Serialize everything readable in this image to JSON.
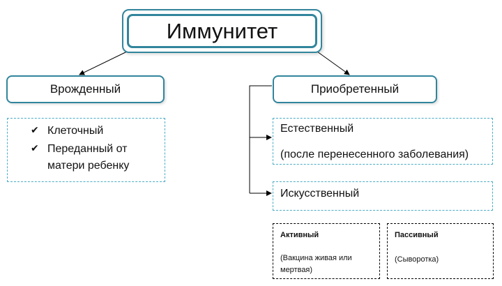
{
  "root": {
    "label": "Иммунитет"
  },
  "innate": {
    "label": "Врожденный",
    "items": [
      "Клеточный",
      "Переданный от матери ребенку"
    ]
  },
  "acquired": {
    "label": "Приобретенный",
    "natural": {
      "title": "Естественный",
      "note": "(после перенесенного заболевания)"
    },
    "artificial": {
      "title": "Искусственный",
      "active": {
        "title": "Активный",
        "note": "(Вакцина живая или мертвая)"
      },
      "passive": {
        "title": "Пассивный",
        "note": "(Сыворотка)"
      }
    }
  },
  "colors": {
    "node_border": "#31859c",
    "dashed_teal": "#4bacc6",
    "dashed_black": "#000000"
  }
}
